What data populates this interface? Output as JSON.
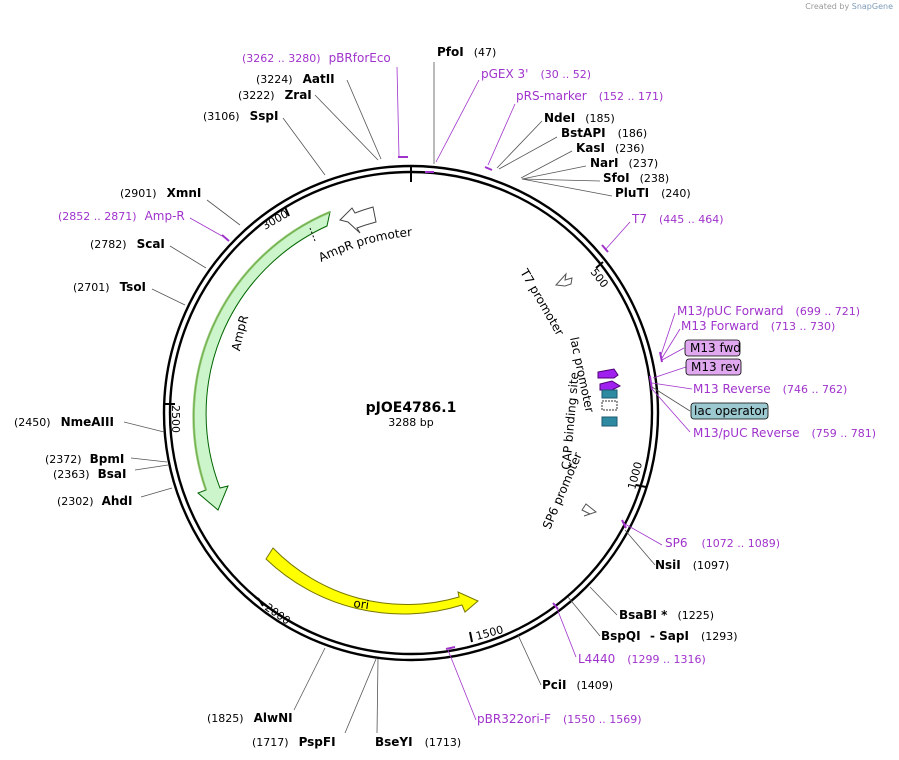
{
  "credit": {
    "prefix": "Created by",
    "brand": "SnapGene"
  },
  "plasmid": {
    "name": "pJOE4786.1",
    "length_label": "3288 bp",
    "length": 3288
  },
  "colors": {
    "primer": "#a033cc",
    "ampr": "#ccf5cc",
    "ori": "#ffff00",
    "site_box": "#e0a8ef",
    "lac_box": "#9cc9d0"
  },
  "ticks": [
    "500",
    "1000",
    "1500",
    "2000",
    "2500",
    "3000"
  ],
  "enzymes": [
    {
      "name": "PfoI",
      "pos": "(47)"
    },
    {
      "name": "NdeI",
      "pos": "(185)"
    },
    {
      "name": "BstAPI",
      "pos": "(186)"
    },
    {
      "name": "KasI",
      "pos": "(236)"
    },
    {
      "name": "NarI",
      "pos": "(237)"
    },
    {
      "name": "SfoI",
      "pos": "(238)"
    },
    {
      "name": "PluTI",
      "pos": "(240)"
    },
    {
      "name": "NsiI",
      "pos": "(1097)"
    },
    {
      "name": "BsaBI *",
      "pos": "(1225)"
    },
    {
      "name": "BspQI",
      "pos": ""
    },
    {
      "name": "- SapI",
      "pos": "(1293)"
    },
    {
      "name": "PciI",
      "pos": "(1409)"
    },
    {
      "name": "BseYI",
      "pos": "(1713)"
    },
    {
      "name": "PspFI",
      "pos": "(1717)"
    },
    {
      "name": "AlwNI",
      "pos": "(1825)"
    },
    {
      "name": "AhdI",
      "pos": "(2302)"
    },
    {
      "name": "BsaI",
      "pos": "(2363)"
    },
    {
      "name": "BpmI",
      "pos": "(2372)"
    },
    {
      "name": "NmeAIII",
      "pos": "(2450)"
    },
    {
      "name": "TsoI",
      "pos": "(2701)"
    },
    {
      "name": "ScaI",
      "pos": "(2782)"
    },
    {
      "name": "XmnI",
      "pos": "(2901)"
    },
    {
      "name": "SspI",
      "pos": "(3106)"
    },
    {
      "name": "ZraI",
      "pos": "(3222)"
    },
    {
      "name": "AatII",
      "pos": "(3224)"
    }
  ],
  "primers": [
    {
      "name": "pBRforEco",
      "range": "(3262 .. 3280)"
    },
    {
      "name": "pGEX 3'",
      "range": "(30 .. 52)"
    },
    {
      "name": "pRS-marker",
      "range": "(152 .. 171)"
    },
    {
      "name": "T7",
      "range": "(445 .. 464)"
    },
    {
      "name": "M13/pUC Forward",
      "range": "(699 .. 721)"
    },
    {
      "name": "M13 Forward",
      "range": "(713 .. 730)"
    },
    {
      "name": "M13 Reverse",
      "range": "(746 .. 762)"
    },
    {
      "name": "M13/pUC Reverse",
      "range": "(759 .. 781)"
    },
    {
      "name": "SP6",
      "range": "(1072 .. 1089)"
    },
    {
      "name": "L4440",
      "range": "(1299 .. 1316)"
    },
    {
      "name": "pBR322ori-F",
      "range": "(1550 .. 1569)"
    },
    {
      "name": "Amp-R",
      "range": "(2852 .. 2871)"
    }
  ],
  "site_boxes": [
    "M13 fwd",
    "M13 rev",
    "lac operator"
  ],
  "features": [
    "AmpR promoter",
    "AmpR",
    "ori",
    "T7 promoter",
    "lac promoter",
    "CAP binding site",
    "SP6 promoter"
  ]
}
